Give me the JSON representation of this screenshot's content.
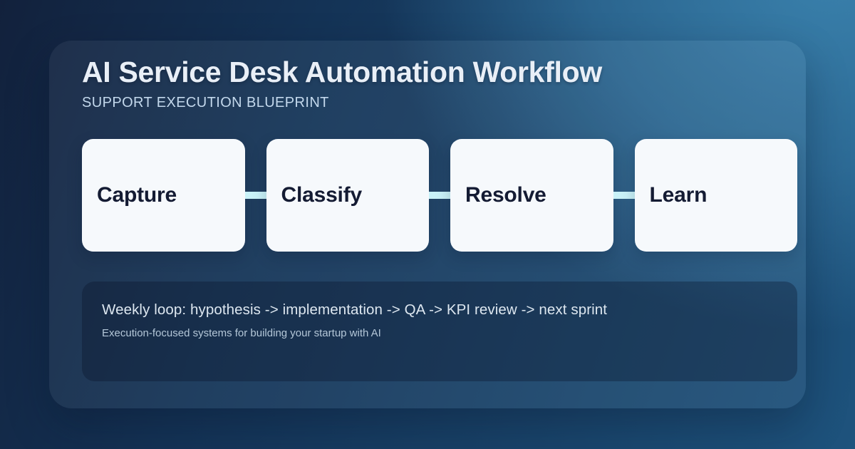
{
  "page": {
    "title": "AI Service Desk Automation Workflow",
    "subtitle": "SUPPORT EXECUTION BLUEPRINT"
  },
  "workflow": {
    "steps": [
      {
        "label": "Capture"
      },
      {
        "label": "Classify"
      },
      {
        "label": "Resolve"
      },
      {
        "label": "Learn"
      }
    ]
  },
  "footer": {
    "loop_text": "Weekly loop: hypothesis -> implementation -> QA -> KPI review -> next sprint",
    "tagline": "Execution-focused systems for building your startup with AI"
  },
  "colors": {
    "background_dark": "#14233E",
    "background_light": "#3380AE",
    "card_overlay": "rgba(255,255,255,0.055)",
    "step_box_bg": "#F6F9FC",
    "step_text": "#141B33",
    "connector": "#C9F2F8",
    "title_text": "#E9EFF7",
    "subtitle_text": "#C3D8EC",
    "loop_text": "#DDE7F0",
    "tagline_text": "#B4C7D8",
    "footer_panel_bg": "rgba(6,17,36,0.32)"
  }
}
